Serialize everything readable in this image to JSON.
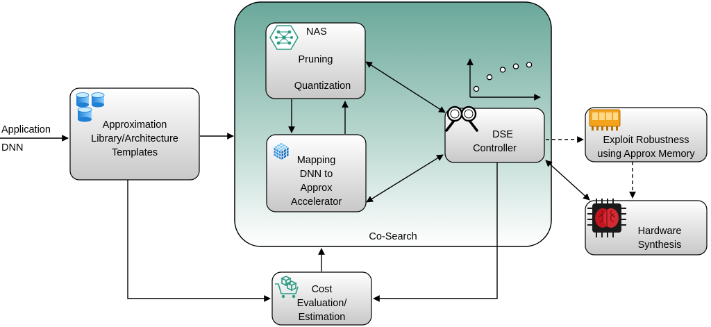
{
  "input_label": {
    "line1": "Application",
    "line2": "DNN"
  },
  "library": {
    "line1": "Approximation",
    "line2": "Library/Architecture",
    "line3": "Templates",
    "icon": "database-icon"
  },
  "cosearch": {
    "label": "Co-Search",
    "color_top": "#6aa89b",
    "color_bottom": "#ffffff"
  },
  "nas": {
    "title": "NAS",
    "line2": "Pruning",
    "line3": "Quantization",
    "icon": "neural-network-icon"
  },
  "mapping": {
    "line1": "Mapping",
    "line2": "DNN to",
    "line3": "Approx",
    "line4": "Accelerator",
    "icon": "grid-cube-icon"
  },
  "dse": {
    "line1": "DSE",
    "line2": "Controller",
    "icon": "binoculars-icon"
  },
  "exploit": {
    "line1": "Exploit Robustness",
    "line2": "using Approx Memory",
    "icon": "memory-chip-icon",
    "icon_color": "#f3a21b"
  },
  "hardware": {
    "line1": "Hardware",
    "line2": "Synthesis",
    "icon": "brain-chip-icon",
    "icon_color": "#c0161f"
  },
  "cost": {
    "line1": "Cost",
    "line2": "Evaluation/",
    "line3": "Estimation",
    "icon": "cart-cubes-icon",
    "icon_color": "#2e9c86"
  },
  "pareto_plot": {
    "points": [
      [
        1,
        1
      ],
      [
        2,
        2.4
      ],
      [
        3,
        3.3
      ],
      [
        4,
        3.7
      ],
      [
        5,
        3.9
      ]
    ]
  },
  "box_gradient": {
    "top": "#ffffff",
    "bottom": "#c8c8c8"
  }
}
